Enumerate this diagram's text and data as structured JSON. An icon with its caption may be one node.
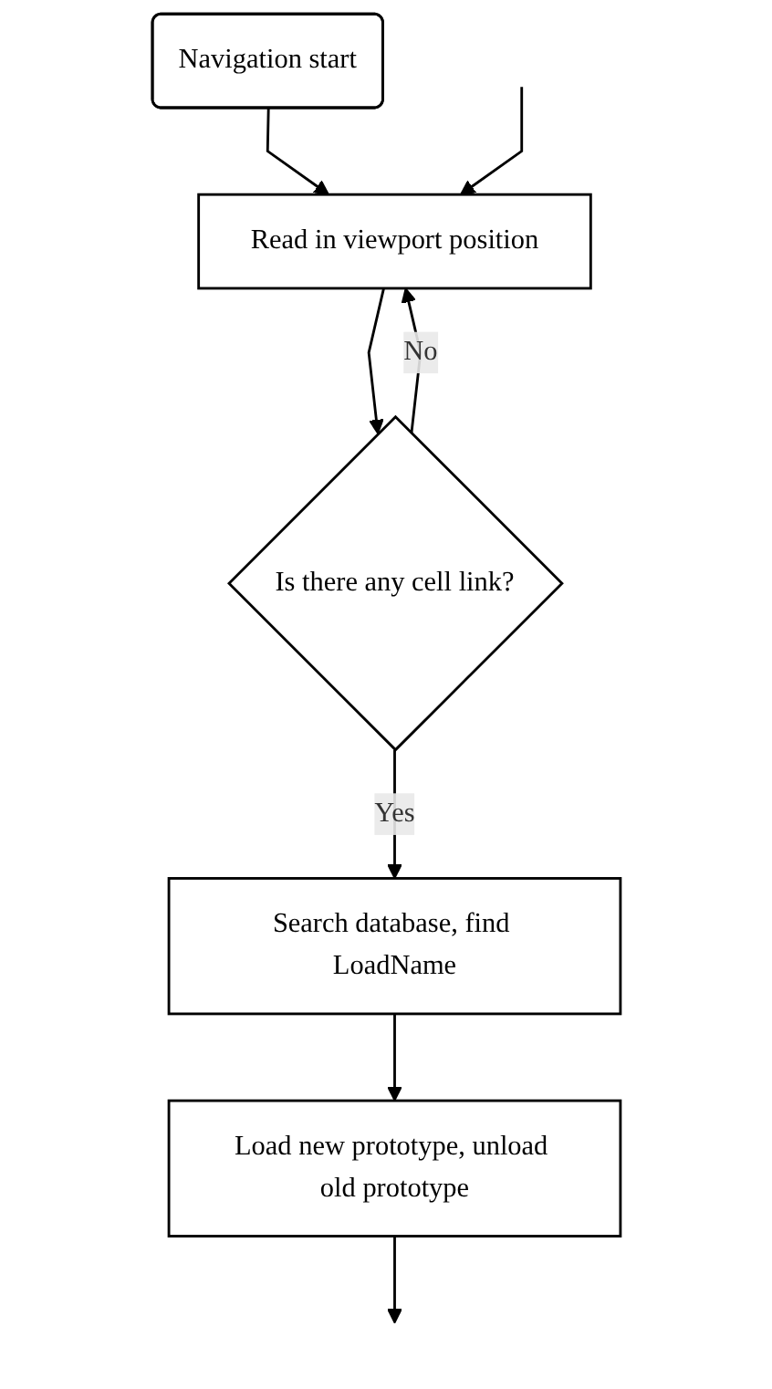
{
  "diagram": {
    "nodes": [
      {
        "text": [
          "Navigation start"
        ]
      },
      {
        "text": [
          "Read in viewport position"
        ]
      },
      {
        "text": [
          "Is there any cell link?"
        ]
      },
      {
        "text": [
          "Search database, find LoadName"
        ]
      },
      {
        "text": [
          "Load new prototype, unload old prototype"
        ]
      }
    ],
    "edges": [
      {
        "from": 0,
        "to": 1,
        "arrow": "to"
      },
      {
        "from": 1,
        "to": 2,
        "arrow": "to"
      },
      {
        "from": 2,
        "to": 1,
        "arrow": "to",
        "label": "No"
      },
      {
        "from": 2,
        "to": 3,
        "arrow": "to",
        "label": "Yes"
      },
      {
        "from": 3,
        "to": 4,
        "arrow": "to"
      },
      {
        "from": 4,
        "to": null,
        "arrow": "to"
      },
      {
        "from": null,
        "to": 1,
        "arrow": "to"
      }
    ]
  }
}
